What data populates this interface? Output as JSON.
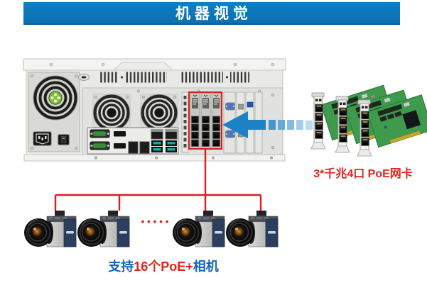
{
  "banner": {
    "title": "机器视觉"
  },
  "colors": {
    "banner_blue": "#0b76bb",
    "highlight_red": "#e01d1d",
    "caption_red": "#e3231a",
    "caption_blue": "#1565c0",
    "arrow_blue": "#1d82c6",
    "pcb_green": "#3e9a4c"
  },
  "poe_cards": {
    "caption": "3*千兆4口 PoE网卡",
    "card_count": 3,
    "ports_per_card": 4
  },
  "cameras": {
    "caption_prefix": "支持",
    "caption_highlight": "16个PoE+",
    "caption_suffix": "相机",
    "visible_count": 4,
    "ellipsis": "•••••"
  }
}
